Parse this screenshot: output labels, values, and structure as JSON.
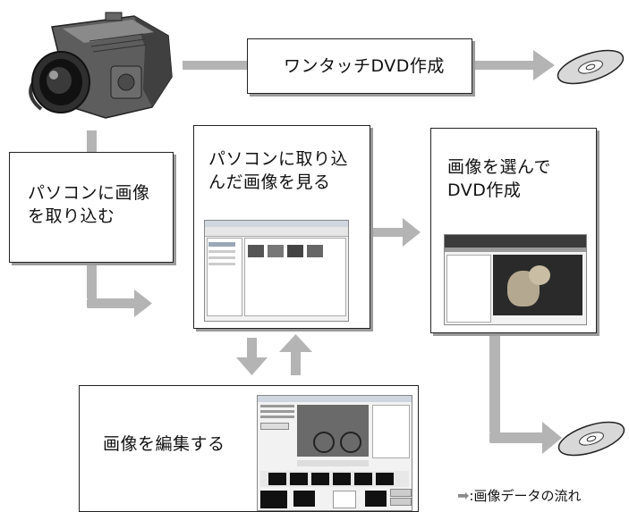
{
  "diagram": {
    "steps": {
      "one_touch": {
        "label": "ワンタッチDVD作成"
      },
      "import": {
        "line1": "パソコンに画像",
        "line2": "を取り込む"
      },
      "view": {
        "line1": "パソコンに取り込",
        "line2": "んだ画像を見る"
      },
      "select": {
        "line1": "画像を選んで",
        "line2": "DVD作成"
      },
      "edit": {
        "label": "画像を編集する"
      }
    },
    "legend": {
      "arrow_glyph": "➡",
      "text": ":画像データの流れ"
    },
    "colors": {
      "flow_arrow": "#b4b4b4",
      "box_border": "#222222",
      "shadow": "#9a9a9a"
    }
  }
}
